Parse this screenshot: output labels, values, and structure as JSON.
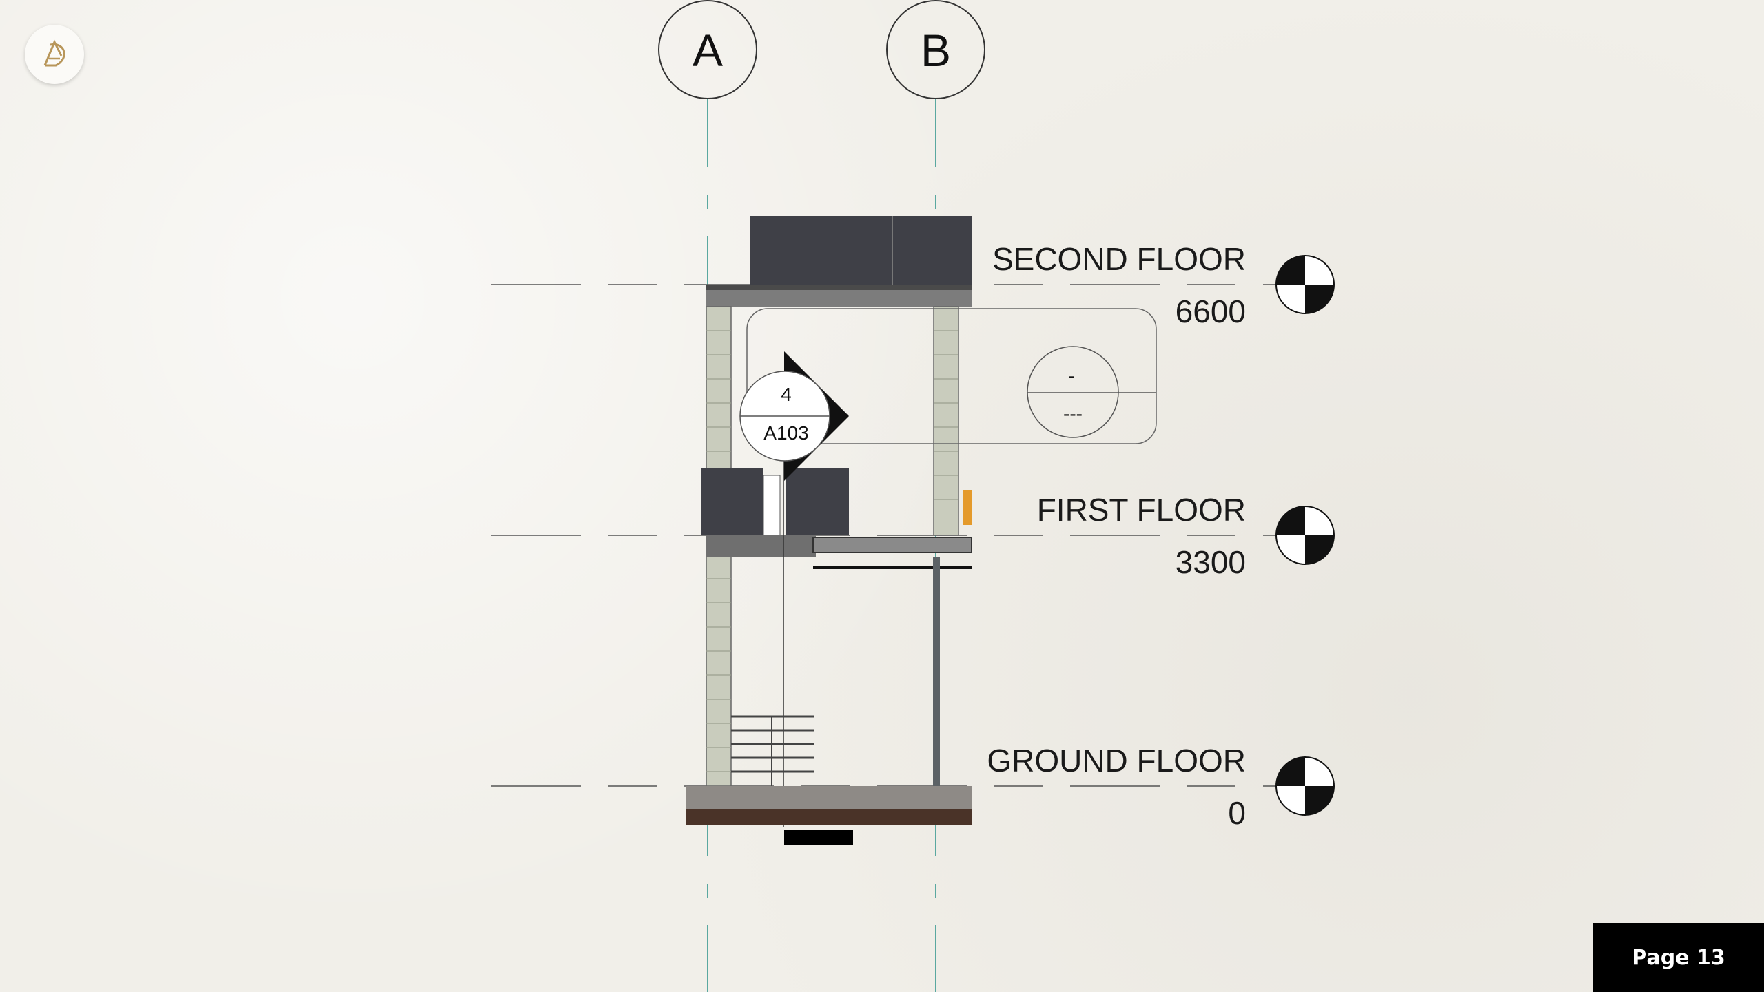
{
  "grid_lines": [
    {
      "label": "A"
    },
    {
      "label": "B"
    }
  ],
  "levels": [
    {
      "name": "SECOND FLOOR",
      "elevation": "6600"
    },
    {
      "name": "FIRST FLOOR",
      "elevation": "3300"
    },
    {
      "name": "GROUND FLOOR",
      "elevation": "0"
    }
  ],
  "section_tag": {
    "number": "4",
    "sheet": "A103"
  },
  "view_tag": {
    "top": "-",
    "bottom": "---"
  },
  "footer": {
    "page_label": "Page 13"
  },
  "colors": {
    "accent_logo": "#b8965a",
    "grid_line": "#5aa8a0",
    "dark_panel": "#3f4047",
    "badge": "#000000"
  },
  "icons": {
    "logo": "brand-logo-icon",
    "level_marker": "level-datum-icon"
  }
}
